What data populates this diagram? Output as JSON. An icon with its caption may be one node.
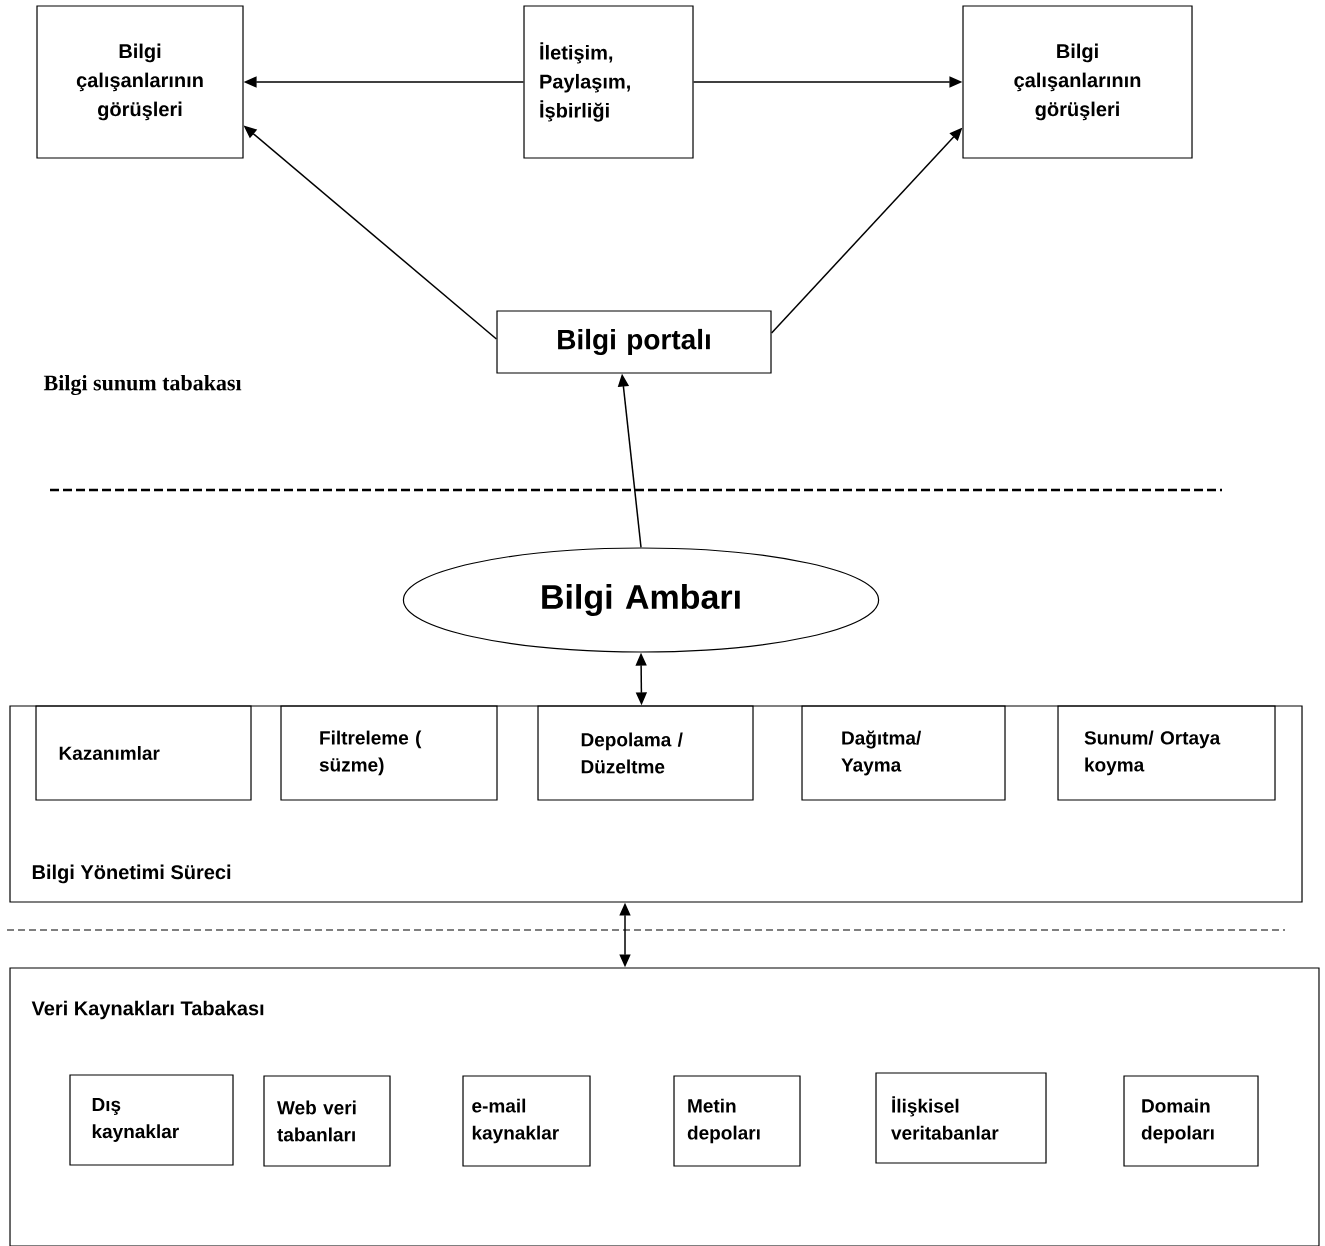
{
  "diagram": {
    "nodes": [
      {
        "text": [
          "Bilgi çalışanlarının görüşleri"
        ]
      },
      {
        "text": [
          "İletişim, Paylaşım, İşbirliği"
        ]
      },
      {
        "text": [
          "Bilgi çalışanlarının görüşleri"
        ]
      },
      {
        "text": [
          "Bilgi portalı"
        ]
      },
      {
        "text": [
          "Bilgi Ambarı"
        ]
      },
      {
        "text": [
          "Bilgi Yönetimi Süreci"
        ]
      },
      {
        "text": [
          "Kazanımlar"
        ],
        "in": 5
      },
      {
        "text": [
          "Filtreleme ( süzme)"
        ],
        "in": 5
      },
      {
        "text": [
          "Depolama / Düzeltme"
        ],
        "in": 5
      },
      {
        "text": [
          "Dağıtma/ Yayma"
        ],
        "in": 5
      },
      {
        "text": [
          "Sunum/ Ortaya koyma"
        ],
        "in": 5
      },
      {
        "text": [
          "Veri Kaynakları Tabakası"
        ]
      },
      {
        "text": [
          "Dış kaynaklar"
        ],
        "in": 11
      },
      {
        "text": [
          "Web veri tabanları"
        ],
        "in": 11
      },
      {
        "text": [
          "e-mail kaynaklar"
        ],
        "in": 11
      },
      {
        "text": [
          "Metin depoları"
        ],
        "in": 11
      },
      {
        "text": [
          "İlişkisel veritabanlar"
        ],
        "in": 11
      },
      {
        "text": [
          "Domain depoları"
        ],
        "in": 11
      }
    ],
    "edges": [
      {
        "from": 1,
        "to": 0,
        "arrow": "to"
      },
      {
        "from": 1,
        "to": 2,
        "arrow": "to"
      },
      {
        "from": 3,
        "to": 0,
        "arrow": "to"
      },
      {
        "from": 3,
        "to": 2,
        "arrow": "to"
      },
      {
        "from": 4,
        "to": 3,
        "arrow": "to"
      },
      {
        "from": 4,
        "to": 8,
        "arrow": "both"
      },
      {
        "from": 5,
        "to": 11,
        "arrow": "both"
      }
    ],
    "labels": [
      "Bilgi sunum tabakası"
    ]
  }
}
